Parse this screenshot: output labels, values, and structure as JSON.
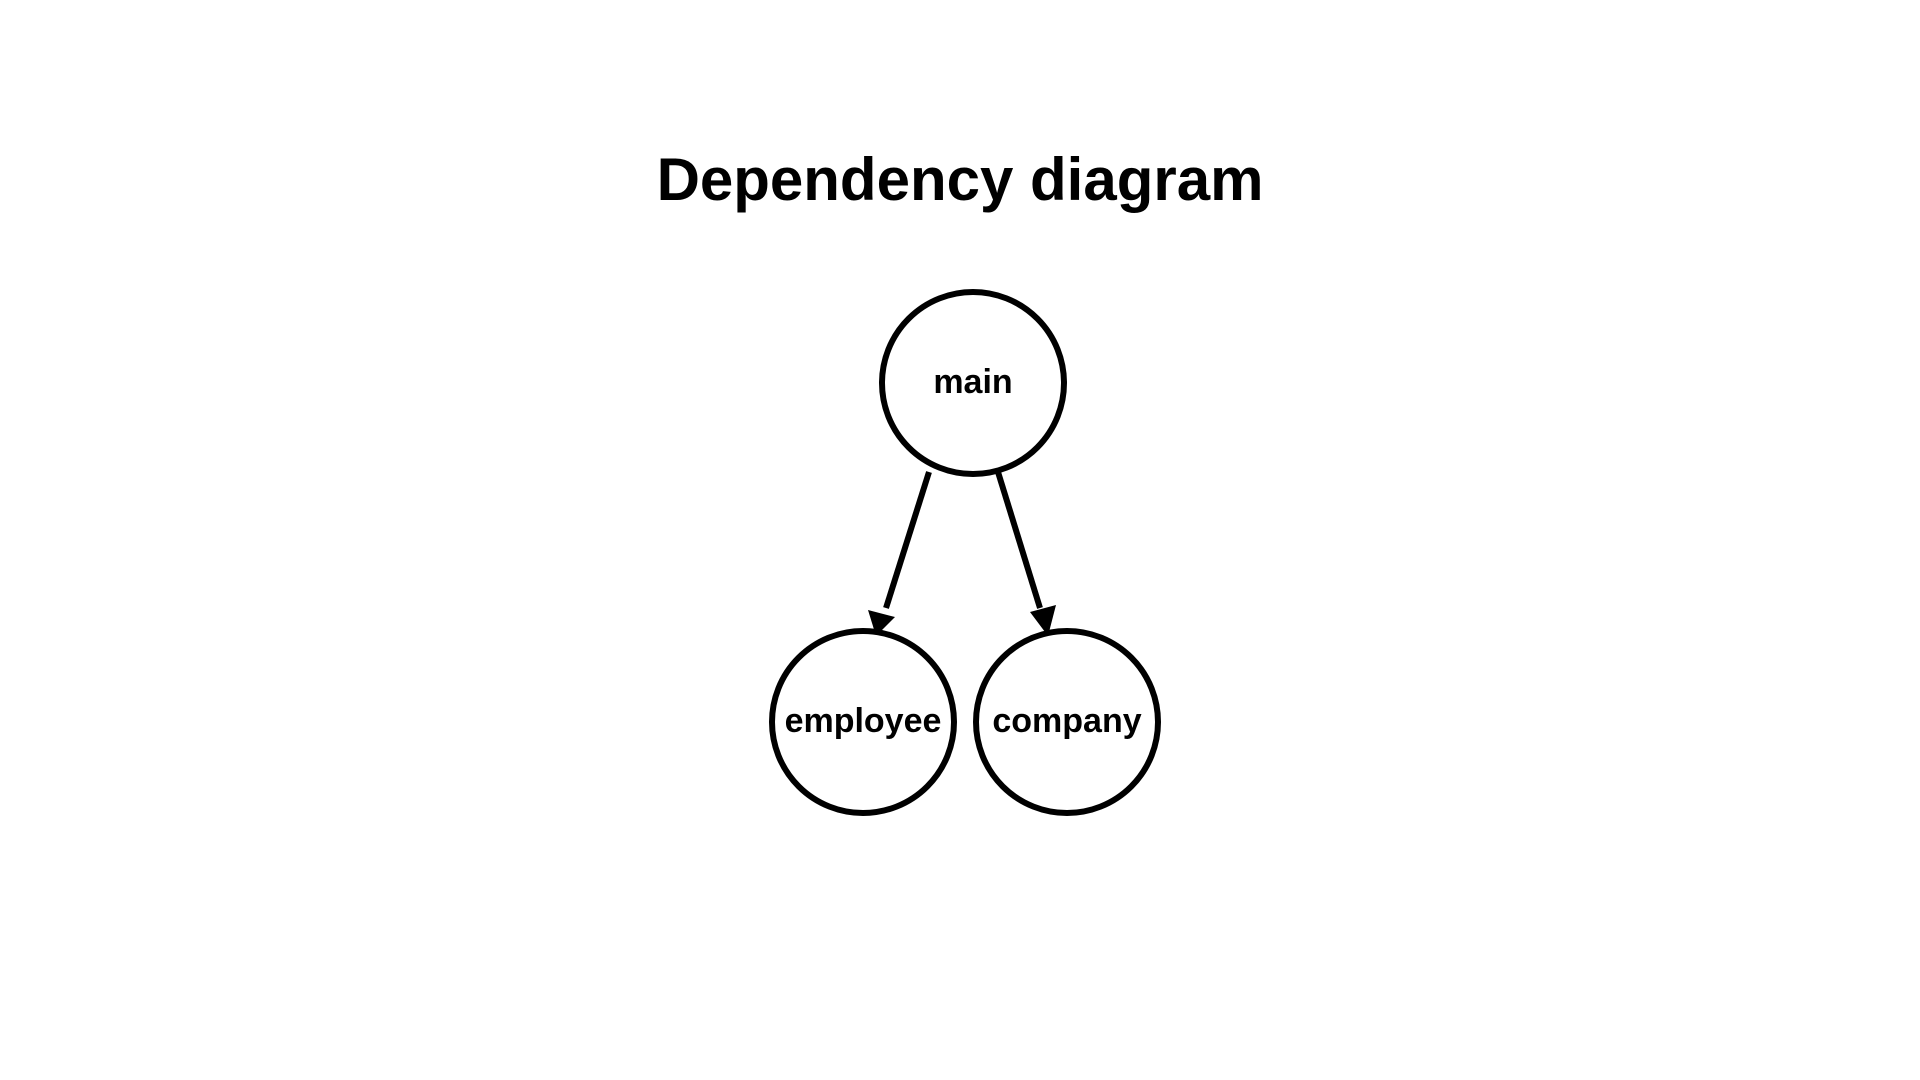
{
  "title": "Dependency diagram",
  "colors": {
    "background": "#ffffff",
    "stroke": "#000000",
    "text": "#000000"
  },
  "nodes": [
    {
      "id": "main",
      "label": "main"
    },
    {
      "id": "employee",
      "label": "employee"
    },
    {
      "id": "company",
      "label": "company"
    }
  ],
  "edges": [
    {
      "from": "main",
      "to": "employee"
    },
    {
      "from": "main",
      "to": "company"
    }
  ]
}
